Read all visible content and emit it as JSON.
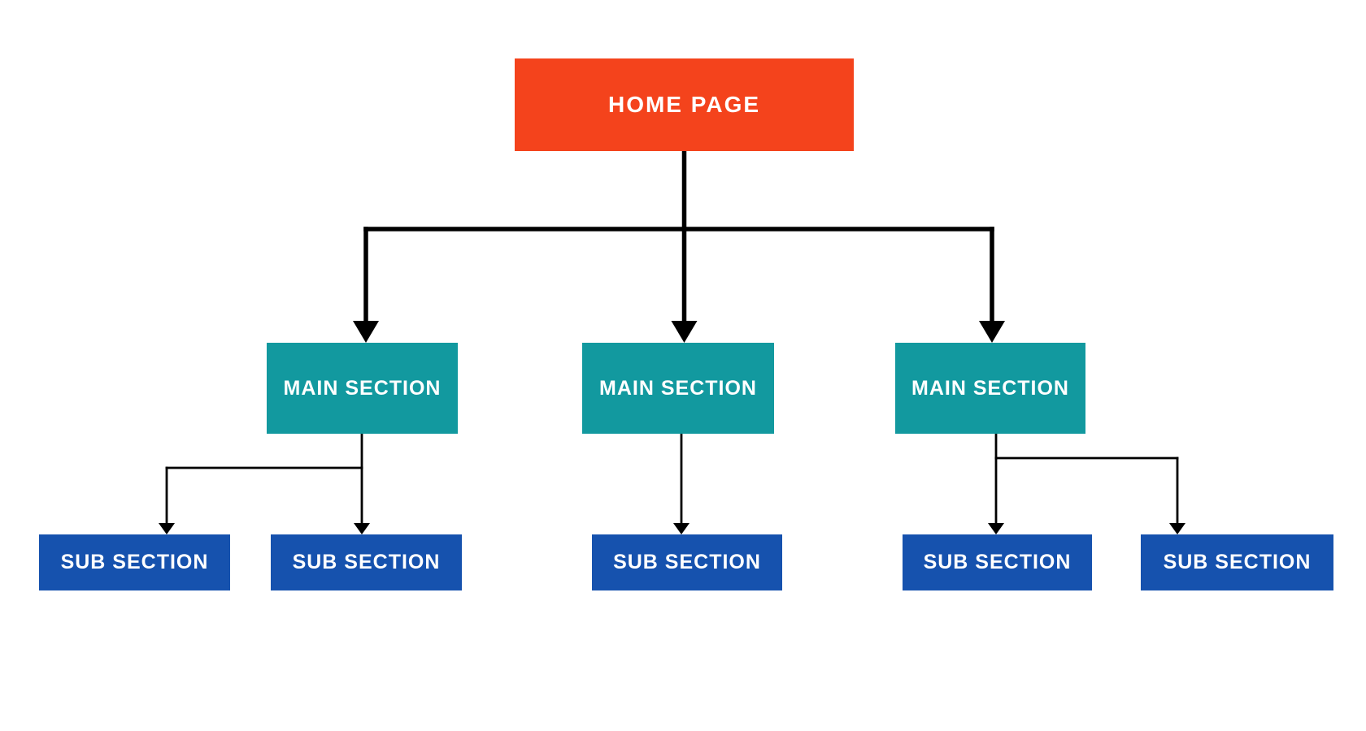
{
  "colors": {
    "background": "#FFFFFF",
    "home": "#F4431C",
    "main": "#12999F",
    "sub": "#1652AE",
    "connector": "#000000",
    "label_text": "#FFFFFF"
  },
  "sitemap": {
    "root": {
      "label": "HOME PAGE"
    },
    "sections": [
      {
        "label": "MAIN SECTION",
        "children": [
          {
            "label": "SUB SECTION"
          },
          {
            "label": "SUB SECTION"
          }
        ]
      },
      {
        "label": "MAIN SECTION",
        "children": [
          {
            "label": "SUB SECTION"
          }
        ]
      },
      {
        "label": "MAIN SECTION",
        "children": [
          {
            "label": "SUB SECTION"
          },
          {
            "label": "SUB SECTION"
          }
        ]
      }
    ]
  }
}
